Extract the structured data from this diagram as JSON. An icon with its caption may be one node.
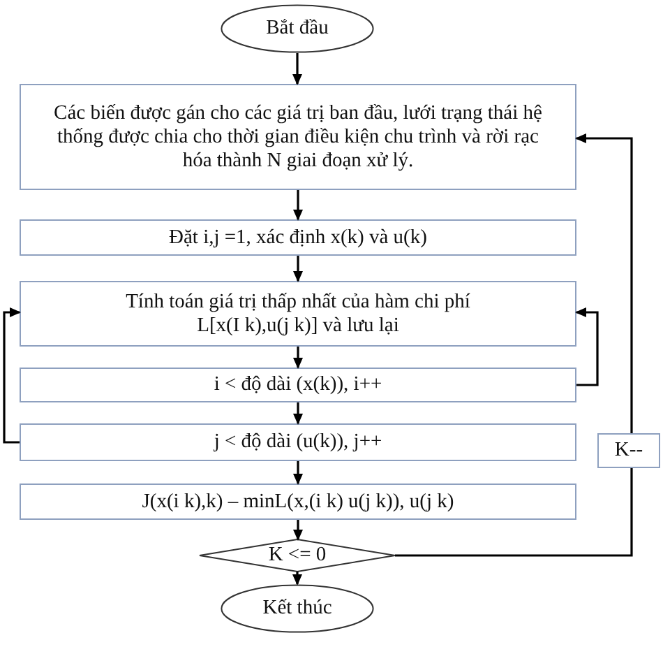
{
  "diagram": {
    "nodes": [
      {
        "text": [
          "Bắt đầu"
        ]
      },
      {
        "text": [
          "Các biến được gán cho các giá trị ban đầu, lưới trạng thái hệ thống được chia cho thời gian điều kiện chu trình và rời rạc hóa thành N giai đoạn xử lý."
        ]
      },
      {
        "text": [
          "Đặt i,j =1, xác định x(k) và u(k)"
        ]
      },
      {
        "text": [
          "Tính toán giá trị thấp nhất của hàm chi phí L[x(I k),u(j k)] và lưu lại"
        ]
      },
      {
        "text": [
          "i < độ dài (x(k)), i++"
        ]
      },
      {
        "text": [
          "j < độ dài (u(k)), j++"
        ]
      },
      {
        "text": [
          "J(x(i k),k) – minL(x,(i k) u(j k)), u(j k)"
        ]
      },
      {
        "text": [
          "K <= 0"
        ]
      },
      {
        "text": [
          "Kết thúc"
        ]
      },
      {
        "text": [
          "K--"
        ]
      }
    ],
    "edges": [
      {
        "from": 0,
        "to": 1,
        "arrow": "to"
      },
      {
        "from": 1,
        "to": 2,
        "arrow": "to"
      },
      {
        "from": 2,
        "to": 3,
        "arrow": "to"
      },
      {
        "from": 3,
        "to": 4,
        "arrow": "to"
      },
      {
        "from": 4,
        "to": 5,
        "arrow": "to"
      },
      {
        "from": 5,
        "to": 6,
        "arrow": "to"
      },
      {
        "from": 6,
        "to": 7,
        "arrow": "to"
      },
      {
        "from": 7,
        "to": 8,
        "arrow": "to"
      },
      {
        "from": 4,
        "to": 3,
        "arrow": "to"
      },
      {
        "from": 5,
        "to": 3,
        "arrow": "to"
      },
      {
        "from": 7,
        "to": 9,
        "arrow": "none"
      },
      {
        "from": 9,
        "to": 1,
        "arrow": "to"
      }
    ]
  }
}
